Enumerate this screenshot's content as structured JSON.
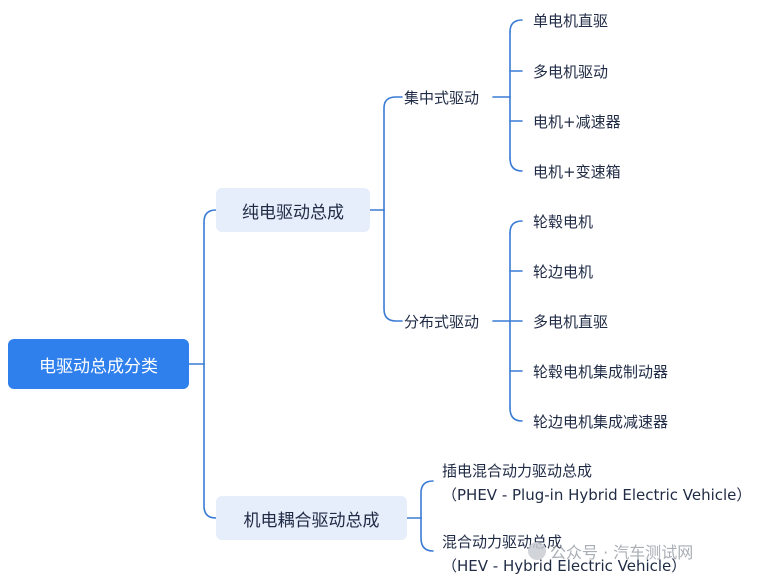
{
  "root": {
    "label": "电驱动总成分类"
  },
  "pure_electric": {
    "label": "纯电驱动总成",
    "centralized": {
      "label": "集中式驱动",
      "items": [
        "单电机直驱",
        "多电机驱动",
        "电机+减速器",
        "电机+变速箱"
      ]
    },
    "distributed": {
      "label": "分布式驱动",
      "items": [
        "轮毂电机",
        "轮边电机",
        "多电机直驱",
        "轮毂电机集成制动器",
        "轮边电机集成减速器"
      ]
    }
  },
  "electromechanical": {
    "label": "机电耦合驱动总成",
    "items": [
      {
        "line1": "插电混合动力驱动总成",
        "line2": "（PHEV - Plug-in Hybrid Electric Vehicle）"
      },
      {
        "line1": "混合动力驱动总成",
        "line2": "（HEV - Hybrid Electric Vehicle）"
      }
    ]
  },
  "watermark": {
    "text": "公众号 · 汽车测试网"
  },
  "colors": {
    "root_bg": "#2f80ed",
    "branch_bg": "#e6edfb",
    "connector": "#3a7bd5"
  }
}
